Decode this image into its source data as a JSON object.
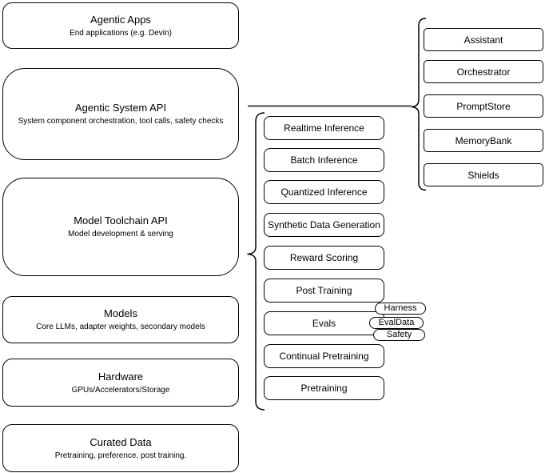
{
  "left_stack": [
    {
      "title": "Agentic Apps",
      "subtitle": "End applications (e.g. Devin)"
    },
    {
      "title": "Agentic System API",
      "subtitle": "System component orchestration, tool calls, safety checks"
    },
    {
      "title": "Model Toolchain API",
      "subtitle": "Model development & serving"
    },
    {
      "title": "Models",
      "subtitle": "Core LLMs, adapter weights, secondary models"
    },
    {
      "title": "Hardware",
      "subtitle": "GPUs/Accelerators/Storage"
    },
    {
      "title": "Curated Data",
      "subtitle": "Pretraining, preference, post training."
    }
  ],
  "toolchain_items": [
    "Realtime Inference",
    "Batch Inference",
    "Quantized Inference",
    "Synthetic Data Generation",
    "Reward Scoring",
    "Post Training",
    "Evals",
    "Continual Pretraining",
    "Pretraining"
  ],
  "eval_tags": [
    "Harness",
    "EvalData",
    "Safety"
  ],
  "system_components": [
    "Assistant",
    "Orchestrator",
    "PromptStore",
    "MemoryBank",
    "Shields"
  ],
  "colors": {
    "stroke": "#000000",
    "fill": "#ffffff",
    "text": "#000000"
  }
}
